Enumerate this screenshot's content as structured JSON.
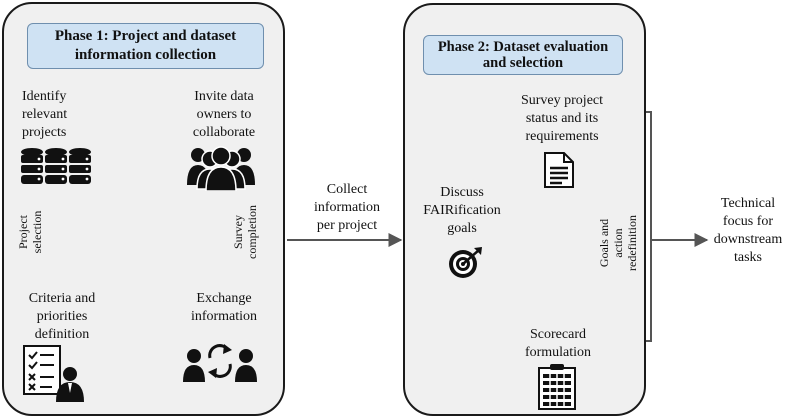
{
  "phase1": {
    "title": "Phase 1: Project and dataset information collection",
    "identify": [
      "Identify",
      "relevant",
      "projects"
    ],
    "invite": [
      "Invite data",
      "owners to",
      "collaborate"
    ],
    "criteria": [
      "Criteria and",
      "priorities",
      "definition"
    ],
    "exchange": [
      "Exchange",
      "information"
    ],
    "project_selection": [
      "Project",
      "selection"
    ],
    "survey_completion": [
      "Survey",
      "completion"
    ]
  },
  "middle": {
    "collect": [
      "Collect",
      "information",
      "per project"
    ]
  },
  "phase2": {
    "title": "Phase 2: Dataset evaluation and selection",
    "survey": [
      "Survey project",
      "status and its",
      "requirements"
    ],
    "discuss": [
      "Discuss",
      "FAIRification",
      "goals"
    ],
    "scorecard": [
      "Scorecard",
      "formulation"
    ],
    "goals_action": [
      "Goals and",
      "action",
      "redefinition"
    ]
  },
  "right": {
    "technical": [
      "Technical",
      "focus for",
      "downstream",
      "tasks"
    ]
  },
  "icons": [
    "database-icon",
    "team-icon",
    "checklist-person-icon",
    "exchange-people-icon",
    "document-icon",
    "target-icon",
    "scorecard-icon"
  ]
}
